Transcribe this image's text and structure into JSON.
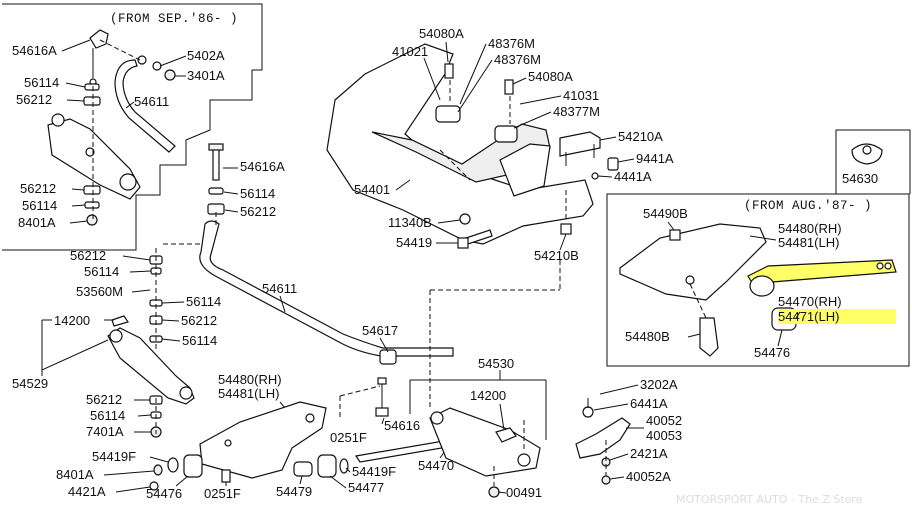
{
  "notes": {
    "from_sep_86": "(FROM SEP.'86- )",
    "from_aug_87": "(FROM AUG.'87- )"
  },
  "labels": {
    "p54616A_top": "54616A",
    "p5402A": "5402A",
    "p3401A": "3401A",
    "p56114_a": "56114",
    "p56212_a": "56212",
    "p54611_top": "54611",
    "p56212_b": "56212",
    "p56114_b": "56114",
    "p8401A_top": "8401A",
    "p54616A_mid": "54616A",
    "p56114_c": "56114",
    "p56212_c": "56212",
    "p56212_d": "56212",
    "p56114_d": "56114",
    "p53560M": "53560M",
    "p56114_e": "56114",
    "p56212_e": "56212",
    "p56114_f": "56114",
    "p54611_mid": "54611",
    "p14200_left": "14200",
    "p54529": "54529",
    "p54617": "54617",
    "p54480_rh_mid": "54480(RH)",
    "p54481_lh_mid": "54481(LH)",
    "p56212_f": "56212",
    "p56114_g": "56114",
    "p7401A": "7401A",
    "p54616": "54616",
    "p0251F_mid": "0251F",
    "p54419F_left": "54419F",
    "p8401A_bot": "8401A",
    "p4421A": "4421A",
    "p54476_bot": "54476",
    "p0251F_bot": "0251F",
    "p54479": "54479",
    "p54477": "54477",
    "p54419F_right": "54419F",
    "p54470_bot": "54470",
    "p54530": "54530",
    "p14200_right": "14200",
    "p00491": "00491",
    "p54080A_top": "54080A",
    "p41021": "41021",
    "p48376M_a": "48376M",
    "p48376M_b": "48376M",
    "p54080A_b": "54080A",
    "p41031": "41031",
    "p48377M": "48377M",
    "p54210A": "54210A",
    "p9441A": "9441A",
    "p4441A": "4441A",
    "p54401": "54401",
    "p11340B": "11340B",
    "p54419": "54419",
    "p54210B": "54210B",
    "p54630": "54630",
    "p54490B": "54490B",
    "p54480_rh_box": "54480(RH)",
    "p54481_lh_box": "54481(LH)",
    "p54470_rh": "54470(RH)",
    "p54471_lh": "54471(LH)",
    "p54480B": "54480B",
    "p54476_box": "54476",
    "p3202A": "3202A",
    "p6441A": "6441A",
    "p40052": "40052",
    "p40053": "40053",
    "p2421A": "2421A",
    "p40052A": "40052A"
  },
  "watermark": "MOTORSPORT AUTO - The Z Store"
}
